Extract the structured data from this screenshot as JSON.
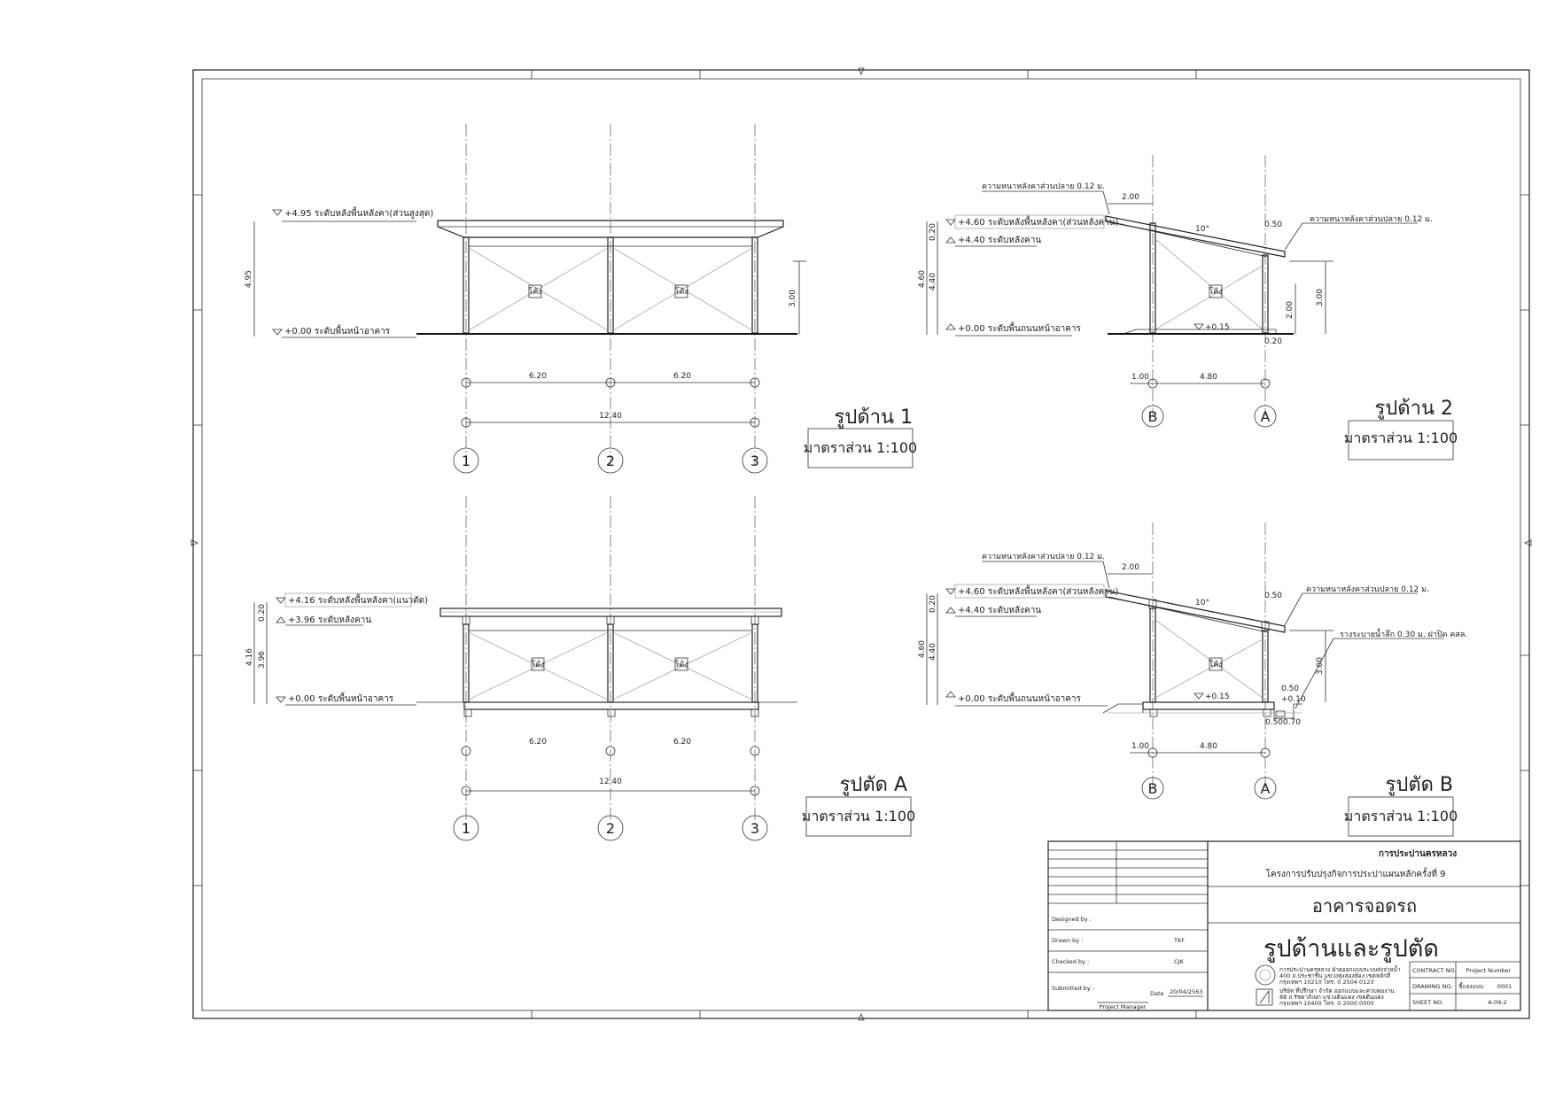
{
  "elevation_1": {
    "levels": [
      "+4.95 ระดับหลังพื้นหลังคา(ส่วนสูงสุด)",
      "+0.00 ระดับพื้นหน้าอาคาร"
    ],
    "dims": {
      "height_total": "4.95",
      "height_inner": "3.00",
      "bay_1": "6.20",
      "bay_2": "6.20",
      "total": "12.40"
    },
    "grids": [
      "1",
      "2",
      "3"
    ],
    "tags": [
      "โค้ง",
      "โค้ง"
    ],
    "title": "รูปด้าน 1",
    "scale": "มาตราส่วน 1:100"
  },
  "elevation_2": {
    "levels": [
      "+4.60 ระดับหลังพื้นหลังคา(ส่วนหลังคาน)",
      "+4.40 ระดับหลังคาน",
      "+0.00 ระดับพื้นถนนหน้าอาคาร",
      "+0.15"
    ],
    "notes": [
      "ความหนาหลังคาส่วนปลาย 0.12 ม.",
      "ความหนาหลังคาส่วนปลาย 0.12 ม."
    ],
    "dims": {
      "d020": "0.20",
      "d460": "4.60",
      "d440": "4.40",
      "d200": "2.00",
      "d300": "3.00",
      "d200b": "2.00",
      "d050": "0.50",
      "d020b": "0.20",
      "d100": "1.00",
      "d480": "4.80"
    },
    "angle": "10°",
    "tag": "โค้ง",
    "grids": [
      "B",
      "A"
    ],
    "title": "รูปด้าน 2",
    "scale": "มาตราส่วน 1:100"
  },
  "section_a": {
    "levels": [
      "+4.16 ระดับหลังพื้นหลังคา(แนวตัด)",
      "+3.96 ระดับหลังคาน",
      "+0.00 ระดับพื้นหน้าอาคาร"
    ],
    "dims": {
      "d020": "0.20",
      "d416": "4.16",
      "d396": "3.96",
      "bay_1": "6.20",
      "bay_2": "6.20",
      "total": "12.40"
    },
    "tags": [
      "โค้ง",
      "โค้ง"
    ],
    "grids": [
      "1",
      "2",
      "3"
    ],
    "title": "รูปตัด A",
    "scale": "มาตราส่วน 1:100"
  },
  "section_b": {
    "levels": [
      "+4.60 ระดับหลังพื้นหลังคา(ส่วนหลังคาน)",
      "+4.40 ระดับหลังคาน",
      "+0.00 ระดับพื้นถนนหน้าอาคาร",
      "+0.15",
      "+0.10"
    ],
    "notes": [
      "ความหนาหลังคาส่วนปลาย 0.12 ม.",
      "ความหนาหลังคาส่วนปลาย 0.12 ม.",
      "รางระบายน้ำลึก 0.30 ม. ฝาปิด คสล."
    ],
    "dims": {
      "d020": "0.20",
      "d460": "4.60",
      "d440": "4.40",
      "d200": "2.00",
      "d050": "0.50",
      "d300": "3.00",
      "d050b": "0.50",
      "d050c": "0.50",
      "d070": "0.70",
      "d100": "1.00",
      "d480": "4.80"
    },
    "angle": "10°",
    "tag": "โค้ง",
    "grids": [
      "B",
      "A"
    ],
    "title": "รูปตัด B",
    "scale": "มาตราส่วน 1:100"
  },
  "title_block": {
    "authority": "การประปานครหลวง",
    "project": "โครงการปรับปรุงกิจการประปาแผนหลักครั้งที่ 9",
    "building": "อาคารจอดรถ",
    "drawing": "รูปด้านและรูปตัด",
    "designed_by": "Designed by :",
    "drawn_by": "Drawn by :",
    "drawn_val": "TKF",
    "checked_by": "Checked by :",
    "checked_val": "CJK",
    "submitted_by": "Submitted by :",
    "date_label": "Date",
    "date_val": "20/04/2563",
    "project_manager": "Project Manager",
    "contract_label": "CONTRACT NO.",
    "contract_val": "Project Number",
    "drawing_no_label": "DRAWING NO.",
    "drawing_no_val": "ชี้แจงแบบ",
    "drawing_no_num": "0001",
    "sheet_label": "SHEET NO.",
    "sheet_val": "A-09-2",
    "firm_lines": [
      "การประปานครหลวง ฝ่ายออกแบบระบบส่งจ่ายน้ำ",
      "400 ถ.ประชาชื่น แขวงทุ่งสองห้อง เขตหลักสี่",
      "กรุงเทพฯ 10210 โทร. 0 2504 0123",
      "บริษัท ที่ปรึกษา จำกัด ออกแบบและควบคุมงาน",
      "88 ถ.รัชดาภิเษก แขวงดินแดง เขตดินแดง",
      "กรุงเทพฯ 10400 โทร. 0 2000 0000"
    ]
  }
}
